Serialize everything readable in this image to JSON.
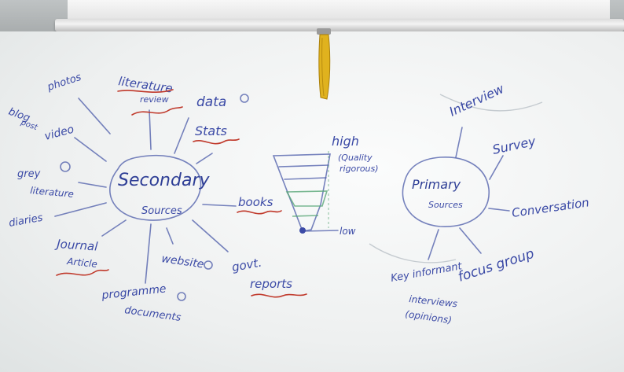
{
  "secondary": {
    "title": "Secondary",
    "subtitle": "Sources",
    "items": {
      "blog_post_1": "blog",
      "blog_post_2": "post",
      "photos": "photos",
      "video": "video",
      "literature_review_1": "literature",
      "literature_review_2": "review",
      "data": "data",
      "stats": "Stats",
      "grey_literature_1": "grey",
      "grey_literature_2": "literature",
      "diaries": "diaries",
      "journal_article_1": "Journal",
      "journal_article_2": "Article",
      "programme_documents_1": "programme",
      "programme_documents_2": "documents",
      "website": "website",
      "govt_reports_1": "govt.",
      "govt_reports_2": "reports",
      "books": "books"
    }
  },
  "quality": {
    "high": "high",
    "note_1": "(Quality",
    "note_2": "rigorous)",
    "low": "low"
  },
  "primary": {
    "title": "Primary",
    "subtitle": "Sources",
    "items": {
      "interview": "Interview",
      "survey": "Survey",
      "conversation": "Conversation",
      "focus_group": "focus group",
      "key_informant_1": "Key informant",
      "key_informant_2": "interviews",
      "key_informant_3": "(opinions)"
    }
  },
  "colors": {
    "marker_blue": "#3b4aa6",
    "marker_red": "#c0392b",
    "marker_green": "#5aa878",
    "strap_yellow": "#e0b21e"
  }
}
